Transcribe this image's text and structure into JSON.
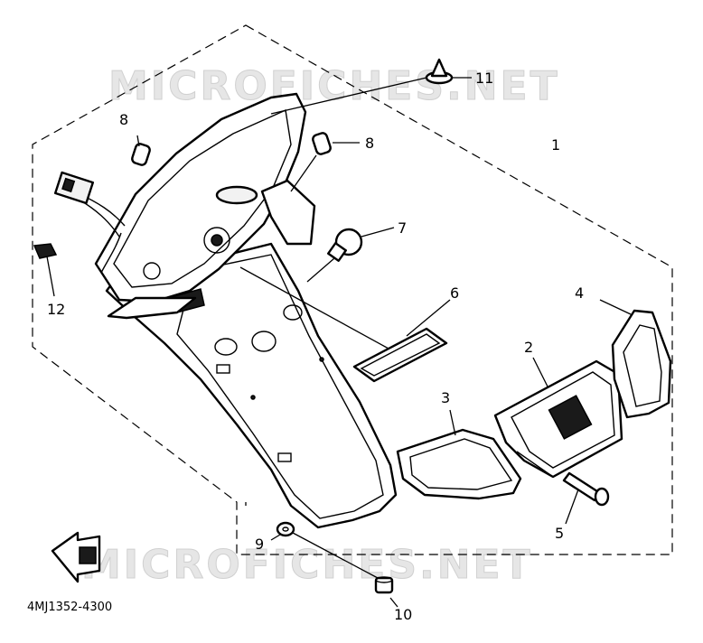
{
  "watermark": "MICROFICHES.NET",
  "diagram_code": "4MJ1352-4300",
  "callouts": [
    "1",
    "2",
    "3",
    "4",
    "5",
    "6",
    "7",
    "8",
    "8",
    "9",
    "10",
    "11",
    "12"
  ]
}
